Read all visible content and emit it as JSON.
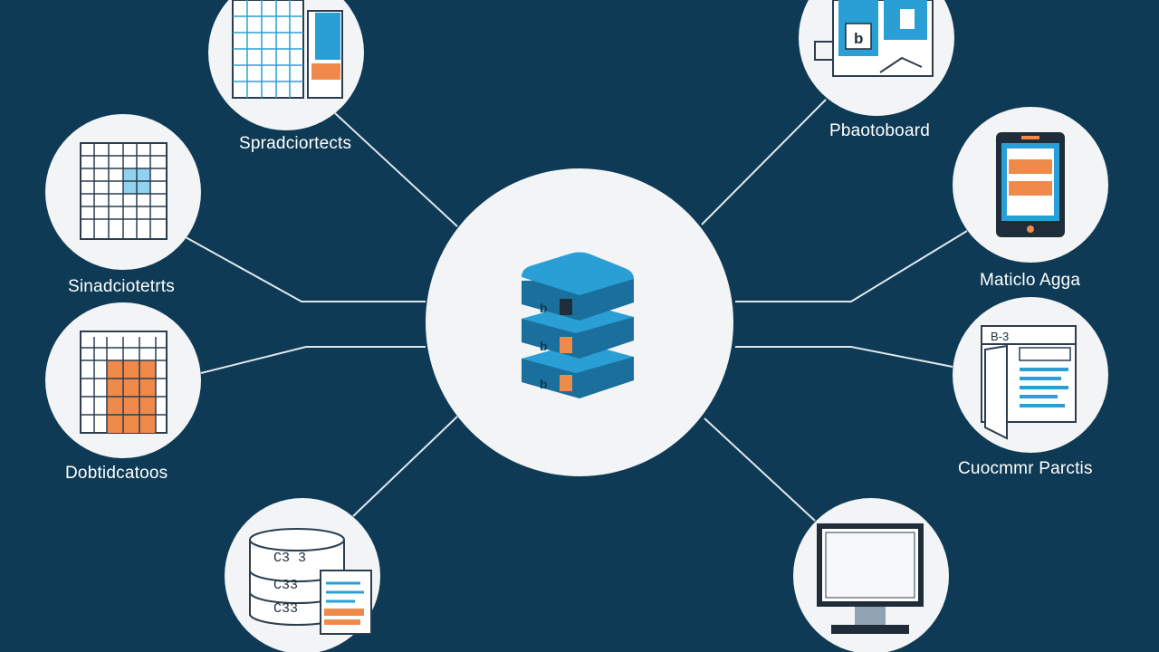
{
  "colors": {
    "background": "#0e3a55",
    "circle": "#f2f4f6",
    "accent_blue": "#2a9fd6",
    "accent_orange": "#f08a4b",
    "line": "#dfe7ec",
    "ink": "#1f2d3a"
  },
  "hub": {
    "icon": "database-stack-icon",
    "layer_labels": [
      "b",
      "b",
      "b"
    ]
  },
  "nodes": [
    {
      "id": "spreadsheets-top",
      "label": "Spradciortects",
      "icon": "spreadsheet-grid-icon"
    },
    {
      "id": "spreadsheets-left",
      "label": "Sinadciotetrts",
      "icon": "table-grid-icon"
    },
    {
      "id": "databases",
      "label": "Dobtidcatoos",
      "icon": "bar-table-icon"
    },
    {
      "id": "storage",
      "label": "",
      "icon": "database-report-icon",
      "disk_labels": [
        "C3 3",
        "C33",
        "C33"
      ]
    },
    {
      "id": "dashboard",
      "label": "Pbaotoboard",
      "icon": "dashboard-screen-icon",
      "panel_label": "b"
    },
    {
      "id": "mobile-apps",
      "label": "Maticlo Agga",
      "icon": "tablet-icon"
    },
    {
      "id": "customer-portals",
      "label": "Cuocmmr Parctis",
      "icon": "document-panel-icon",
      "doc_label": "B-3"
    },
    {
      "id": "monitor",
      "label": "",
      "icon": "monitor-icon"
    }
  ]
}
